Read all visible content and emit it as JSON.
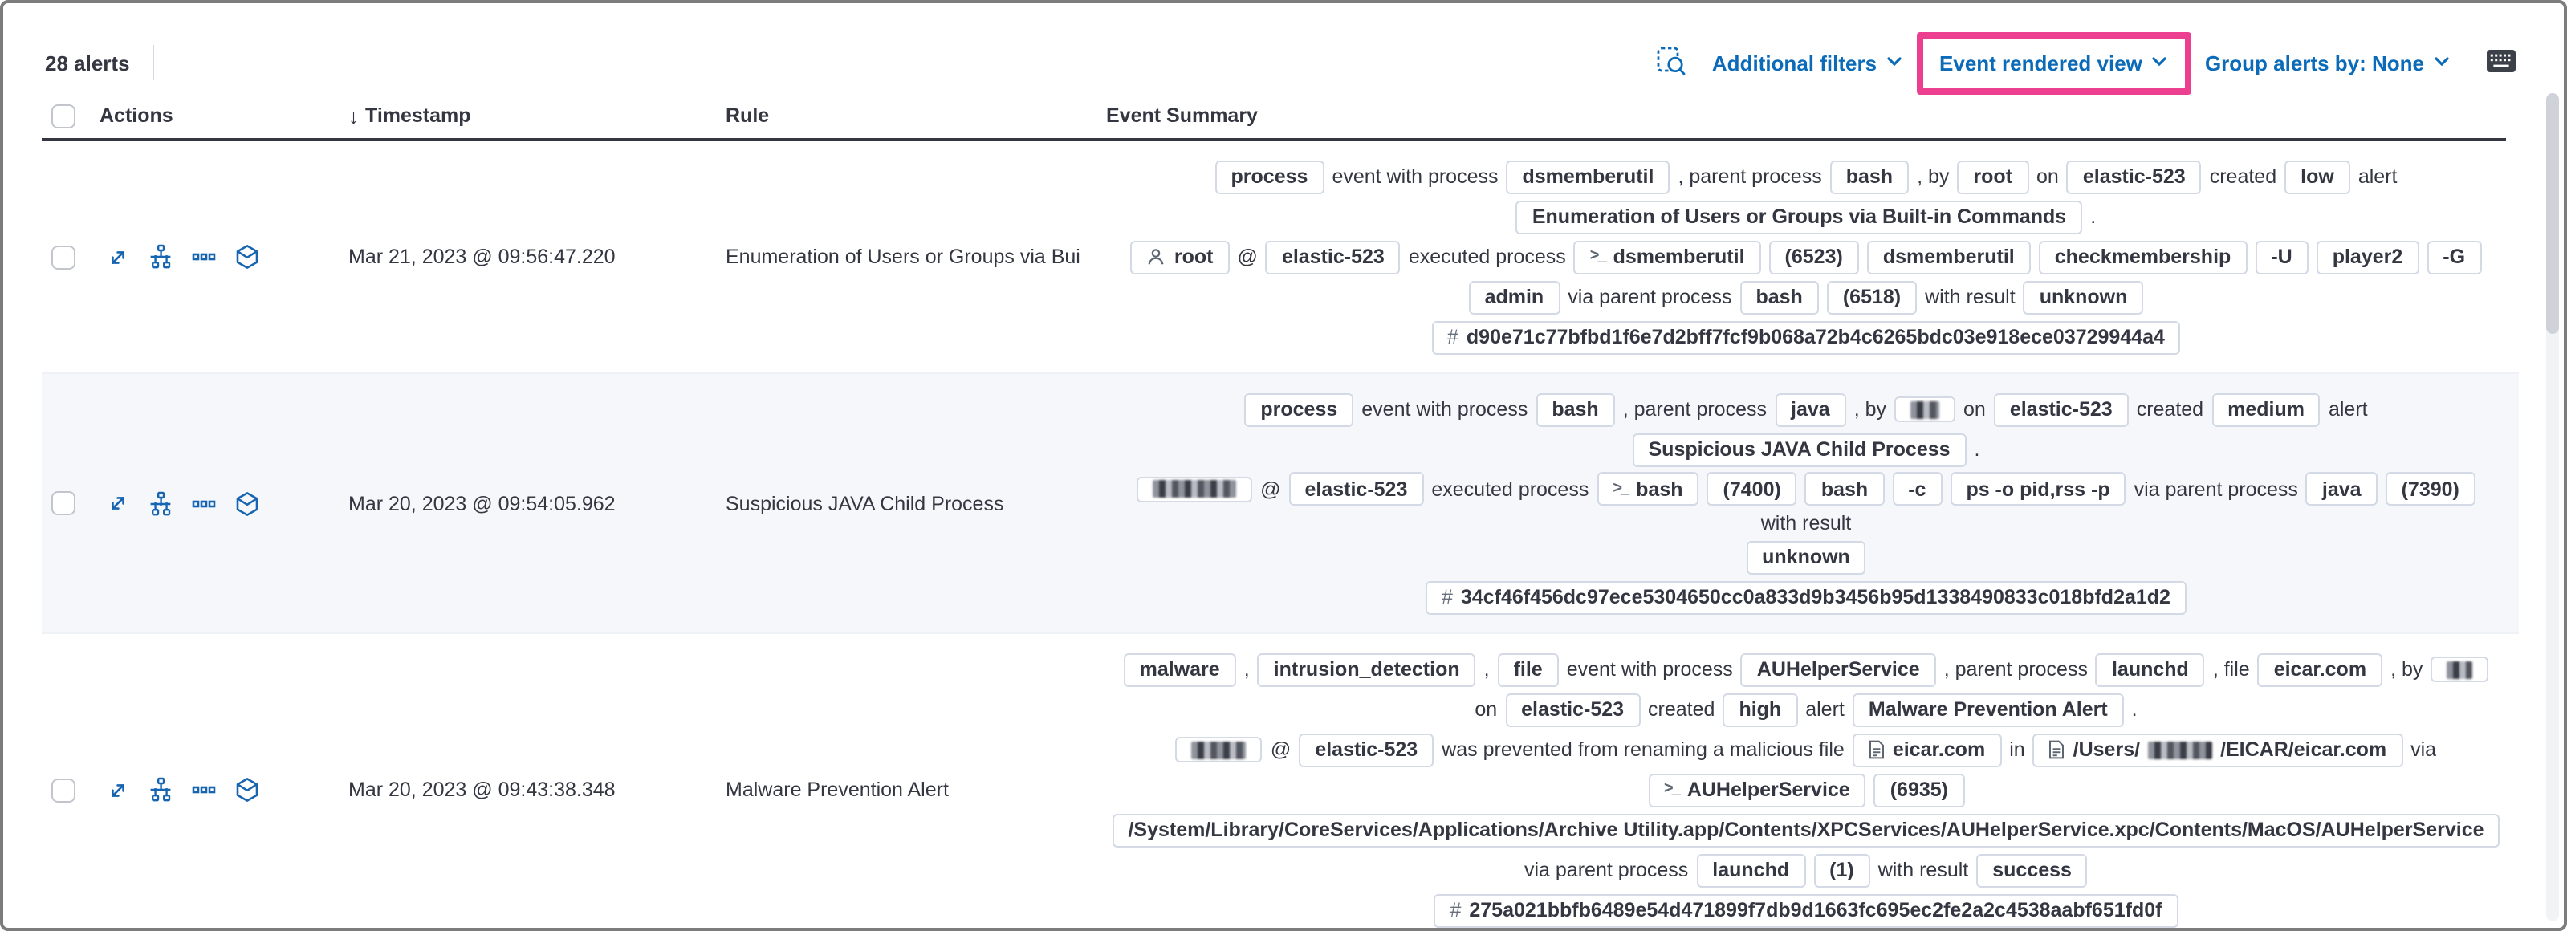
{
  "colors": {
    "accent_pink": "#ed3f90",
    "link_blue": "#0b6bb8",
    "text_dark": "#343741",
    "stripe": "#f5f7fa",
    "badge_border": "#d3dae6"
  },
  "toolbar": {
    "alerts_count": "28 alerts",
    "additional_filters_label": "Additional filters",
    "view_mode_label": "Event rendered view",
    "group_by_label": "Group alerts by: None"
  },
  "table": {
    "headers": {
      "actions": "Actions",
      "timestamp": "Timestamp",
      "rule": "Rule",
      "event_summary": "Event Summary"
    },
    "rows": [
      {
        "striped": false,
        "timestamp": "Mar 21, 2023 @ 09:56:47.220",
        "rule": "Enumeration of Users or Groups via Bui",
        "summary_lines": [
          [
            {
              "badge": "process"
            },
            {
              "text": "event with process"
            },
            {
              "badge": "dsmemberutil"
            },
            {
              "text": ", parent process"
            },
            {
              "badge": "bash"
            },
            {
              "text": ", by"
            },
            {
              "badge": "root"
            },
            {
              "text": "on"
            },
            {
              "badge": "elastic-523"
            },
            {
              "text": "created"
            },
            {
              "badge": "low"
            },
            {
              "text": "alert"
            }
          ],
          [
            {
              "badge": "Enumeration of Users or Groups via Built-in Commands"
            },
            {
              "text": "."
            }
          ],
          [
            {
              "badge": "root",
              "icon": "user"
            },
            {
              "text": "@"
            },
            {
              "badge": "elastic-523"
            },
            {
              "text": "executed process"
            },
            {
              "badge": "dsmemberutil",
              "icon": "terminal"
            },
            {
              "badge": "(6523)"
            },
            {
              "badge": "dsmemberutil"
            },
            {
              "badge": "checkmembership"
            },
            {
              "badge": "-U"
            },
            {
              "badge": "player2"
            },
            {
              "badge": "-G"
            }
          ],
          [
            {
              "badge": "admin"
            },
            {
              "text": "via parent process"
            },
            {
              "badge": "bash"
            },
            {
              "badge": "(6518)"
            },
            {
              "text": "with result"
            },
            {
              "badge": "unknown"
            }
          ],
          [
            {
              "badge": "d90e71c77bfbd1f6e7d2bff7fcf9b068a72b4c6265bdc03e918ece03729944a4",
              "icon": "hash"
            }
          ]
        ]
      },
      {
        "striped": true,
        "timestamp": "Mar 20, 2023 @ 09:54:05.962",
        "rule": "Suspicious JAVA Child Process",
        "summary_lines": [
          [
            {
              "badge": "process"
            },
            {
              "text": "event with process"
            },
            {
              "badge": "bash"
            },
            {
              "text": ", parent process"
            },
            {
              "badge": "java"
            },
            {
              "text": ", by"
            },
            {
              "redacted": true,
              "w": 18
            },
            {
              "text": "on"
            },
            {
              "badge": "elastic-523"
            },
            {
              "text": "created"
            },
            {
              "badge": "medium"
            },
            {
              "text": "alert"
            }
          ],
          [
            {
              "badge": "Suspicious JAVA Child Process"
            },
            {
              "text": "."
            }
          ],
          [
            {
              "redacted": true,
              "w": 52
            },
            {
              "text": "@"
            },
            {
              "badge": "elastic-523"
            },
            {
              "text": "executed process"
            },
            {
              "badge": "bash",
              "icon": "terminal"
            },
            {
              "badge": "(7400)"
            },
            {
              "badge": "bash"
            },
            {
              "badge": "-c"
            },
            {
              "badge": "ps -o pid,rss -p"
            },
            {
              "text": "via parent process"
            },
            {
              "badge": "java"
            },
            {
              "badge": "(7390)"
            },
            {
              "text": "with result"
            }
          ],
          [
            {
              "badge": "unknown"
            }
          ],
          [
            {
              "badge": "34cf46f456dc97ece5304650cc0a833d9b3456b95d1338490833c018bfd2a1d2",
              "icon": "hash"
            }
          ]
        ]
      },
      {
        "striped": false,
        "timestamp": "Mar 20, 2023 @ 09:43:38.348",
        "rule": "Malware Prevention Alert",
        "summary_lines": [
          [
            {
              "badge": "malware"
            },
            {
              "text": ","
            },
            {
              "badge": "intrusion_detection"
            },
            {
              "text": ","
            },
            {
              "badge": "file"
            },
            {
              "text": "event with process"
            },
            {
              "badge": "AUHelperService"
            },
            {
              "text": ", parent process"
            },
            {
              "badge": "launchd"
            },
            {
              "text": ", file"
            },
            {
              "badge": "eicar.com"
            },
            {
              "text": ", by"
            },
            {
              "redacted": true,
              "w": 16
            }
          ],
          [
            {
              "text": "on"
            },
            {
              "badge": "elastic-523"
            },
            {
              "text": "created"
            },
            {
              "badge": "high"
            },
            {
              "text": "alert"
            },
            {
              "badge": "Malware Prevention Alert"
            },
            {
              "text": "."
            }
          ],
          [
            {
              "redacted": true,
              "w": 34
            },
            {
              "text": "@"
            },
            {
              "badge": "elastic-523"
            },
            {
              "text": "was prevented from renaming a malicious file"
            },
            {
              "badge": "eicar.com",
              "icon": "file"
            },
            {
              "text": "in"
            },
            {
              "icon": "file",
              "parts": [
                {
                  "text": "/Users/"
                },
                {
                  "redacted": true,
                  "w": 40
                },
                {
                  "text": "/EICAR/eicar.com"
                }
              ]
            },
            {
              "text": "via"
            }
          ],
          [
            {
              "badge": "AUHelperService",
              "icon": "terminal"
            },
            {
              "badge": "(6935)"
            }
          ],
          [
            {
              "badge": "/System/Library/CoreServices/Applications/Archive Utility.app/Contents/XPCServices/AUHelperService.xpc/Contents/MacOS/AUHelperService"
            }
          ],
          [
            {
              "text": "via parent process"
            },
            {
              "badge": "launchd"
            },
            {
              "badge": "(1)"
            },
            {
              "text": "with result"
            },
            {
              "badge": "success"
            }
          ],
          [
            {
              "badge": "275a021bbfb6489e54d471899f7db9d1663fc695ec2fe2a2c4538aabf651fd0f",
              "icon": "hash"
            }
          ]
        ]
      }
    ]
  }
}
